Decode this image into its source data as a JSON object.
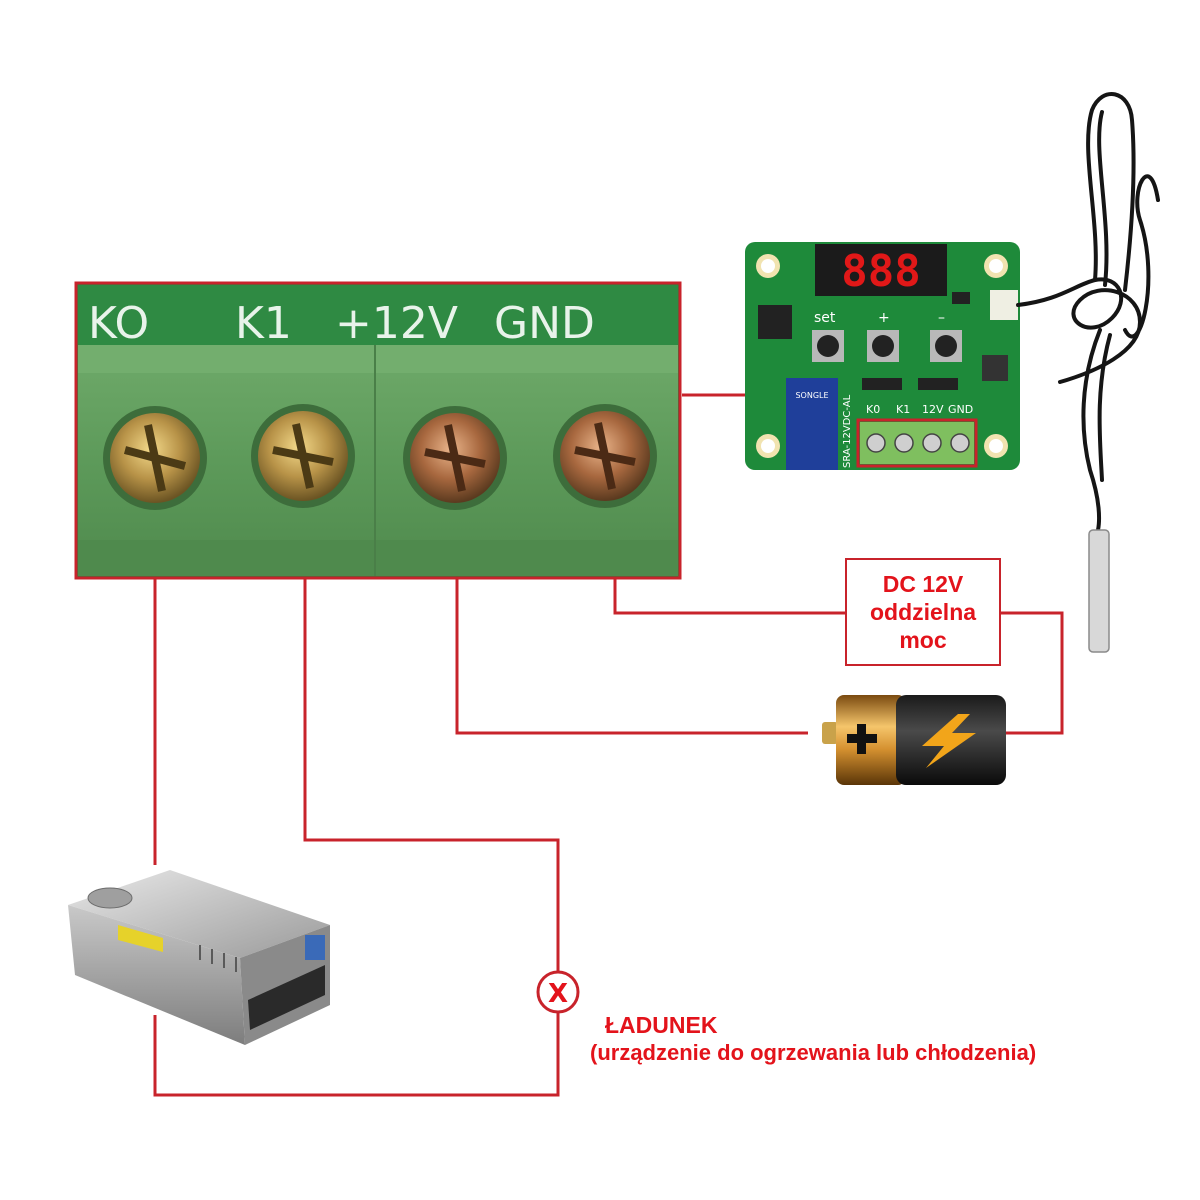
{
  "terminal_labels": [
    "KO",
    "K1",
    "+12V",
    "GND"
  ],
  "board": {
    "display_digits": "888",
    "button_labels": [
      "set",
      "+",
      "–"
    ],
    "terminal_labels": [
      "K0",
      "K1",
      "12V",
      "GND"
    ],
    "relay_text": "SRA-12VDC-AL",
    "relay_brand": "SONGLE"
  },
  "power_note": {
    "line1": "DC 12V",
    "line2": "oddzielna",
    "line3": "moc"
  },
  "load": {
    "symbol": "X",
    "title": "ŁADUNEK",
    "description": "(urządzenie do ogrzewania lub chłodzenia)"
  },
  "icons": [
    "terminal-block-photo",
    "thermostat-board-photo",
    "temperature-probe",
    "battery-icon",
    "power-supply-photo",
    "load-symbol-icon"
  ],
  "colors": {
    "wire": "#c8232b",
    "terminal_green": "#5e9a5c",
    "pcb_green": "#1e8a3a",
    "label_red": "#e3131b"
  }
}
